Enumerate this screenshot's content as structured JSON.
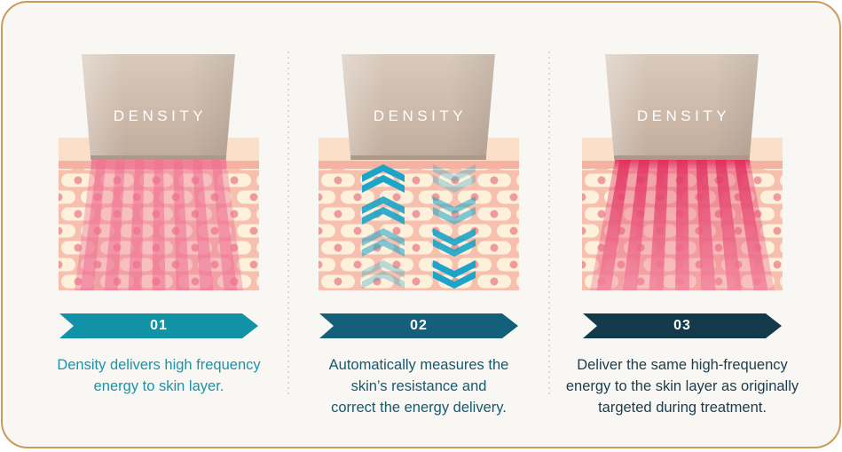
{
  "card": {
    "background": "#f8f7f4",
    "border_color": "#cb9a58"
  },
  "device": {
    "label": "DENSITY",
    "label_color": "#ffffff"
  },
  "colors": {
    "skin_epidermis": "#fcdfc8",
    "skin_band": "#f5b2a2",
    "skin_dermis": "#f6bfae",
    "skin_cell": "#fdf1dc",
    "skin_cell_dot": "#ef9b9b",
    "chevron_blue": "#1ca5c8",
    "ray_pink_light": "#ee6f92",
    "ray_pink_strong": "#e02c5c",
    "separator_dot": "#d9d9d5",
    "device_body": "#cbb8a9",
    "device_edge": "#ac998a"
  },
  "panels": [
    {
      "step_label": "01",
      "banner_color": "#1192a7",
      "caption": "Density delivers high frequency\nenergy to skin layer.",
      "caption_color": "#1b93a9",
      "energy_type": "light-rays"
    },
    {
      "step_label": "02",
      "banner_color": "#14607a",
      "caption": "Automatically measures the\nskin’s resistance and\ncorrect the energy delivery.",
      "caption_color": "#15596f",
      "energy_type": "measure-chevrons"
    },
    {
      "step_label": "03",
      "banner_color": "#123a4b",
      "caption": "Deliver the same high-frequency\nenergy to the skin layer as originally\ntargeted during treatment.",
      "caption_color": "#1d3c4b",
      "energy_type": "strong-rays"
    }
  ]
}
